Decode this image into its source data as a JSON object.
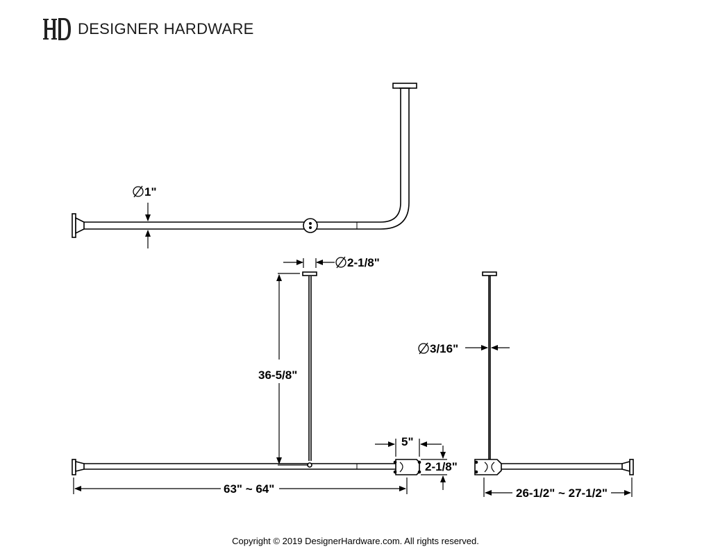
{
  "header": {
    "brand": "DESIGNER HARDWARE",
    "logo_icon": "hd-monogram-icon"
  },
  "dimensions": {
    "rod_diameter": "1\"",
    "flange_diameter": "2-1/8\"",
    "support_height": "36-5/8\"",
    "support_rod_diameter": "3/16\"",
    "elbow_width": "5\"",
    "elbow_height": "2-1/8\"",
    "long_length": "63\" ~ 64\"",
    "short_length": "26-1/2\" ~ 27-1/2\""
  },
  "footer": {
    "copyright": "Copyright © 2019 DesignerHardware.com. All rights reserved."
  }
}
